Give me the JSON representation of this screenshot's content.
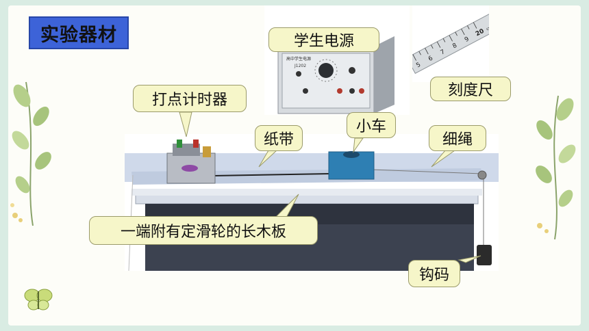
{
  "slide": {
    "title": "实验器材",
    "colors": {
      "background": "#d9ece3",
      "title_box": "#3d63d8",
      "callout_fill": "#f6f6c9",
      "board": "#c8d4e6",
      "table_body": "#3c4250",
      "cart": "#2e7fb3"
    }
  },
  "labels": {
    "power_supply": "学生电源",
    "ruler": "刻度尺",
    "timer": "打点计时器",
    "tape": "纸带",
    "cart": "小车",
    "string": "细绳",
    "board": "一端附有定滑轮的长木板",
    "weight": "钩码"
  },
  "power_supply_panel": {
    "header": "高中学生电源",
    "model": "J1202"
  },
  "ruler_marks": [
    "5",
    "6",
    "7",
    "8",
    "9",
    "20"
  ],
  "ruler_unit": "cm",
  "icons": [
    "leaf-branch-icon",
    "butterfly-icon"
  ]
}
